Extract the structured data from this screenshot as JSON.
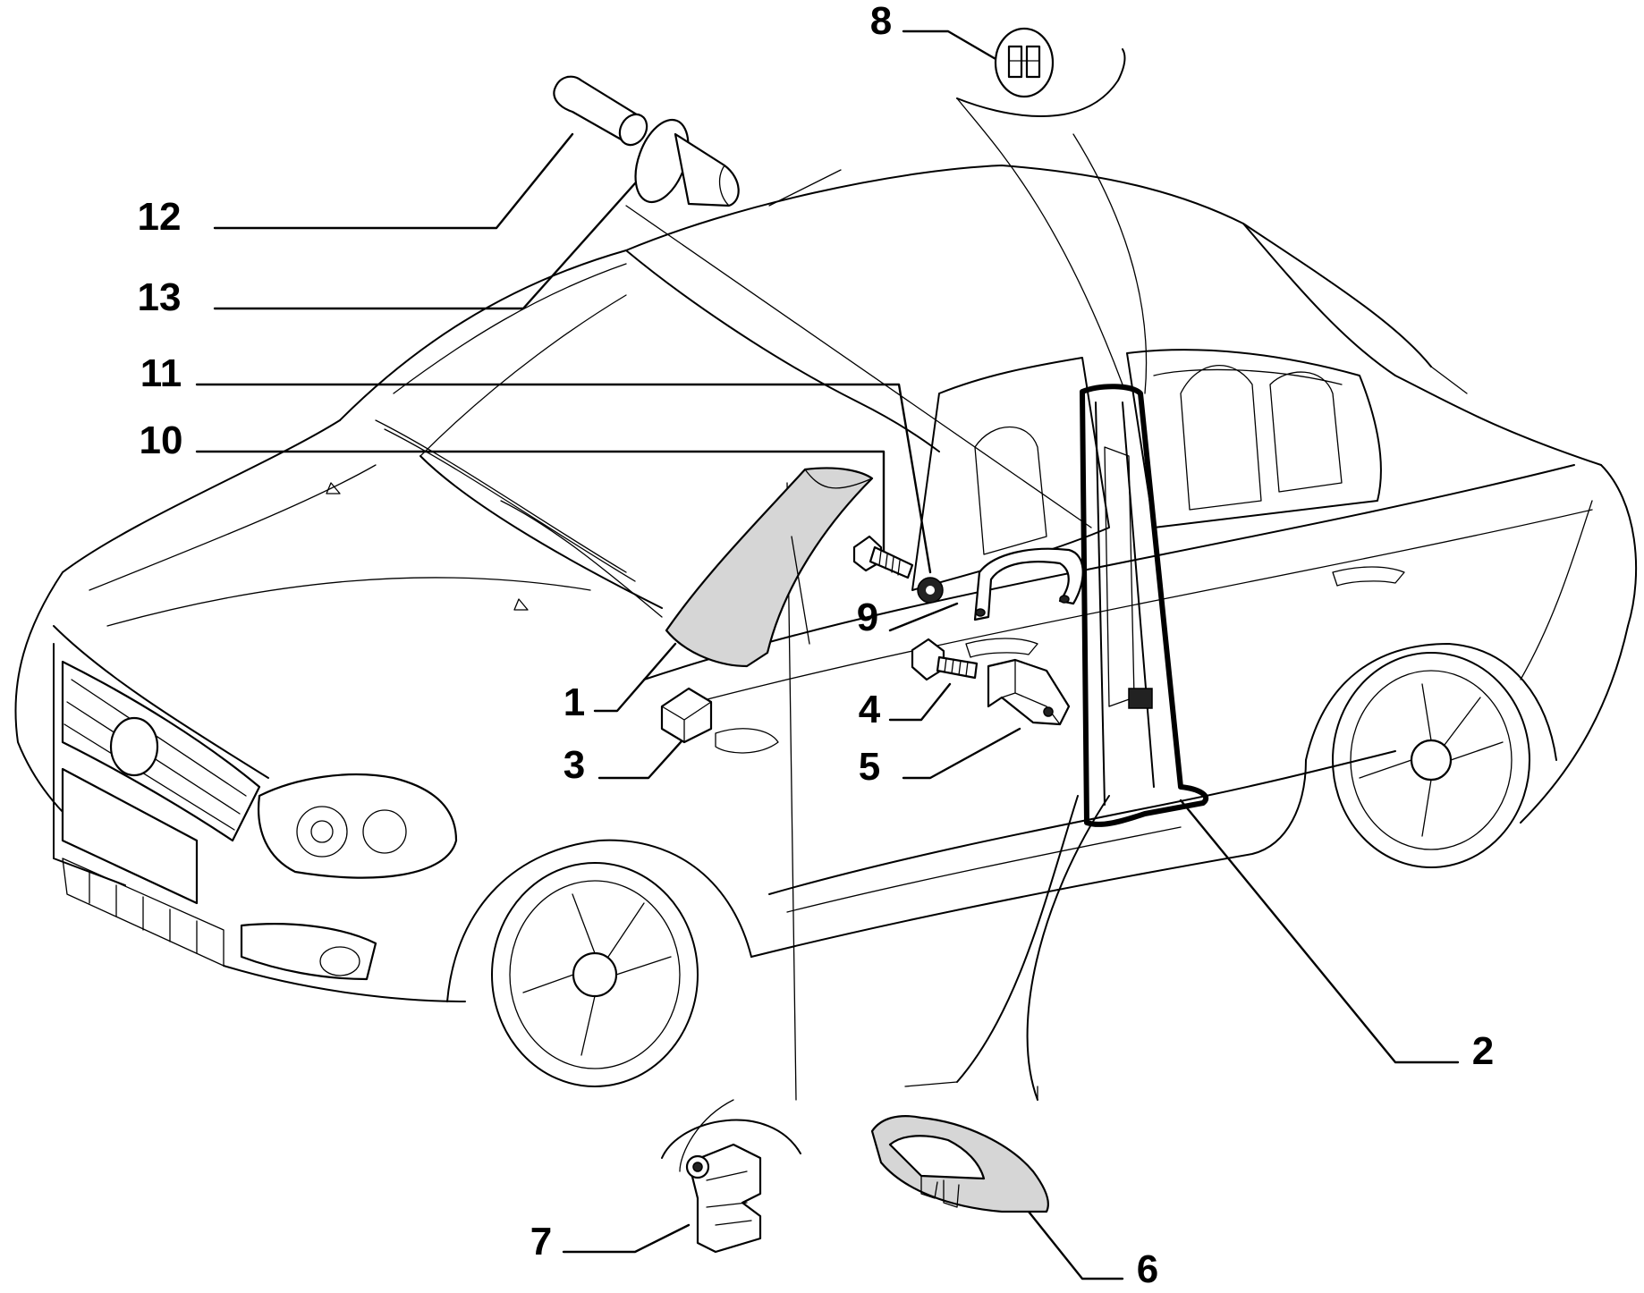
{
  "diagram": {
    "type": "exploded-parts-diagram",
    "subject": "sedan car body - pillar trim components",
    "callouts": {
      "c1": "1",
      "c2": "2",
      "c3": "3",
      "c4": "4",
      "c5": "5",
      "c6": "6",
      "c7": "7",
      "c8": "8",
      "c9": "9",
      "c10": "10",
      "c11": "11",
      "c12": "12",
      "c13": "13"
    }
  }
}
